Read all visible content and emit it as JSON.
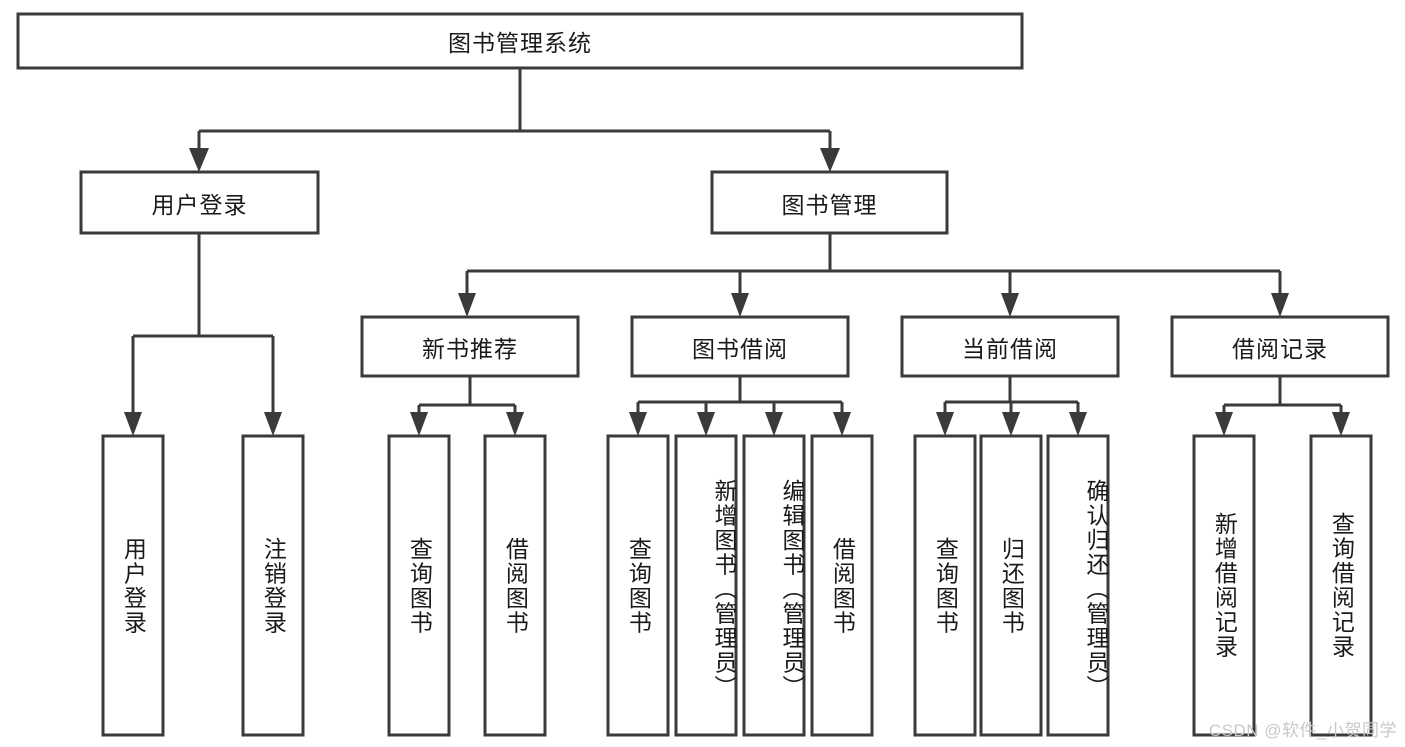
{
  "diagram": {
    "title": "图书管理系统",
    "type": "tree",
    "watermark": "CSDN @软件_小贺同学",
    "colors": {
      "box_stroke": "#3a3a3a",
      "box_fill": "#ffffff",
      "text": "#1a1a1a",
      "watermark": "#c9c9c9",
      "background": "#ffffff"
    },
    "root": {
      "label": "图书管理系统",
      "orientation": "horizontal"
    },
    "level2": [
      {
        "label": "用户登录",
        "orientation": "horizontal"
      },
      {
        "label": "图书管理",
        "orientation": "horizontal"
      }
    ],
    "level3": [
      {
        "label": "新书推荐",
        "orientation": "horizontal"
      },
      {
        "label": "图书借阅",
        "orientation": "horizontal"
      },
      {
        "label": "当前借阅",
        "orientation": "horizontal"
      },
      {
        "label": "借阅记录",
        "orientation": "horizontal"
      }
    ],
    "leaves": {
      "user_login": [
        {
          "label": "用户登录",
          "orientation": "vertical"
        },
        {
          "label": "注销登录",
          "orientation": "vertical"
        }
      ],
      "new_book_recommend": [
        {
          "label": "查询图书",
          "orientation": "vertical"
        },
        {
          "label": "借阅图书",
          "orientation": "vertical"
        }
      ],
      "book_borrow": [
        {
          "label": "查询图书",
          "orientation": "vertical"
        },
        {
          "label": "新增图书（管理员）",
          "orientation": "vertical"
        },
        {
          "label": "编辑图书（管理员）",
          "orientation": "vertical"
        },
        {
          "label": "借阅图书",
          "orientation": "vertical"
        }
      ],
      "current_borrow": [
        {
          "label": "查询图书",
          "orientation": "vertical"
        },
        {
          "label": "归还图书",
          "orientation": "vertical"
        },
        {
          "label": "确认归还（管理员）",
          "orientation": "vertical"
        }
      ],
      "borrow_record": [
        {
          "label": "新增借阅记录",
          "orientation": "vertical"
        },
        {
          "label": "查询借阅记录",
          "orientation": "vertical"
        }
      ]
    }
  }
}
